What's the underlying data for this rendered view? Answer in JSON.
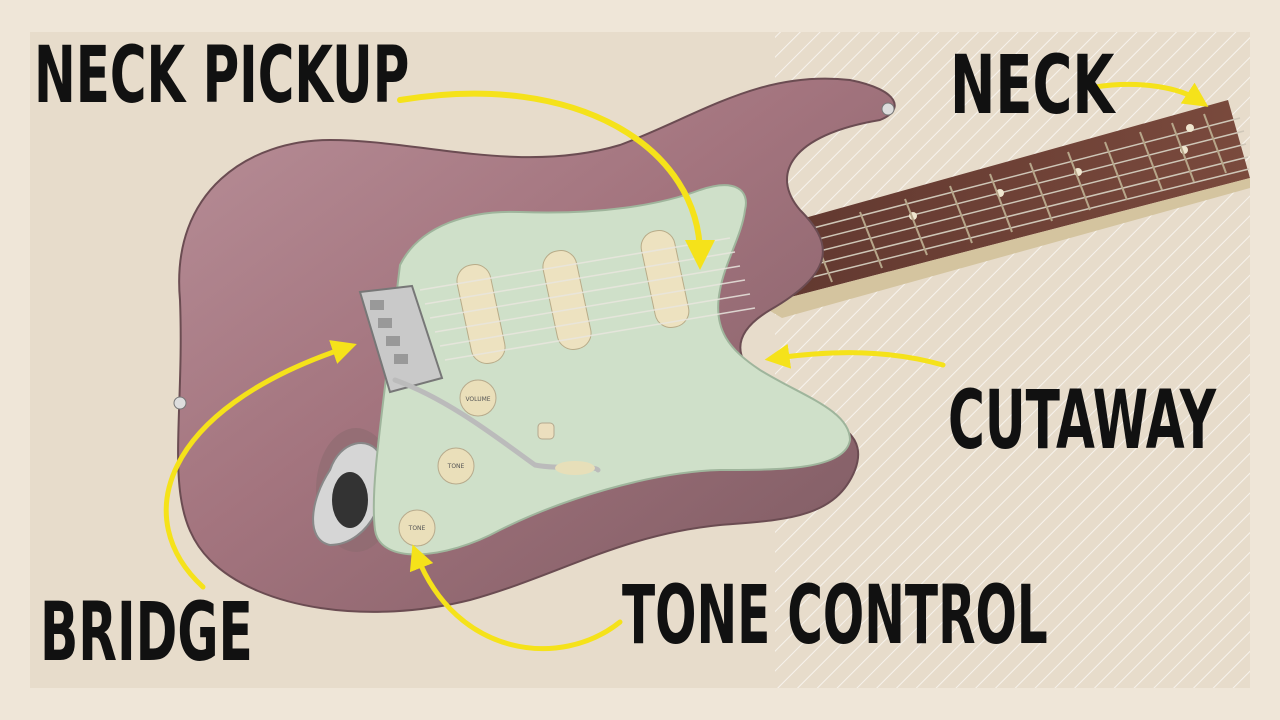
{
  "labels": {
    "neck_pickup": "NECK PICKUP",
    "neck": "NECK",
    "cutaway": "CUTAWAY",
    "bridge": "BRIDGE",
    "tone_control": "TONE CONTROL"
  },
  "knobs": {
    "volume": "VOLUME",
    "tone_1": "TONE",
    "tone_2": "TONE"
  },
  "colors": {
    "arrow": "#f5e21a",
    "body_finish": "#a97f88",
    "pickguard": "#cfe0c9",
    "fretboard": "#6e4036",
    "label_text": "#111111",
    "background": "#efe6d8"
  }
}
